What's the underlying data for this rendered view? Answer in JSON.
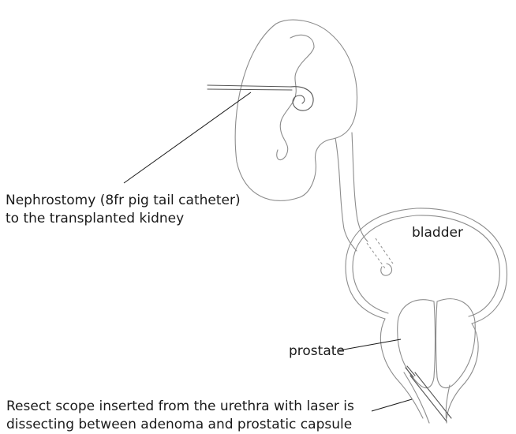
{
  "labels": {
    "nephrostomy": {
      "line1": "Nephrostomy (8fr pig tail catheter)",
      "line2": "to the transplanted kidney"
    },
    "bladder": "bladder",
    "prostate": "prostate",
    "resect_scope": {
      "line1": "Resect scope inserted from the urethra with laser is",
      "line2": "dissecting between adenoma and prostatic capsule"
    }
  },
  "colors": {
    "sketch": "#8c8c8c",
    "text": "#1a1a1a",
    "background": "#ffffff"
  }
}
